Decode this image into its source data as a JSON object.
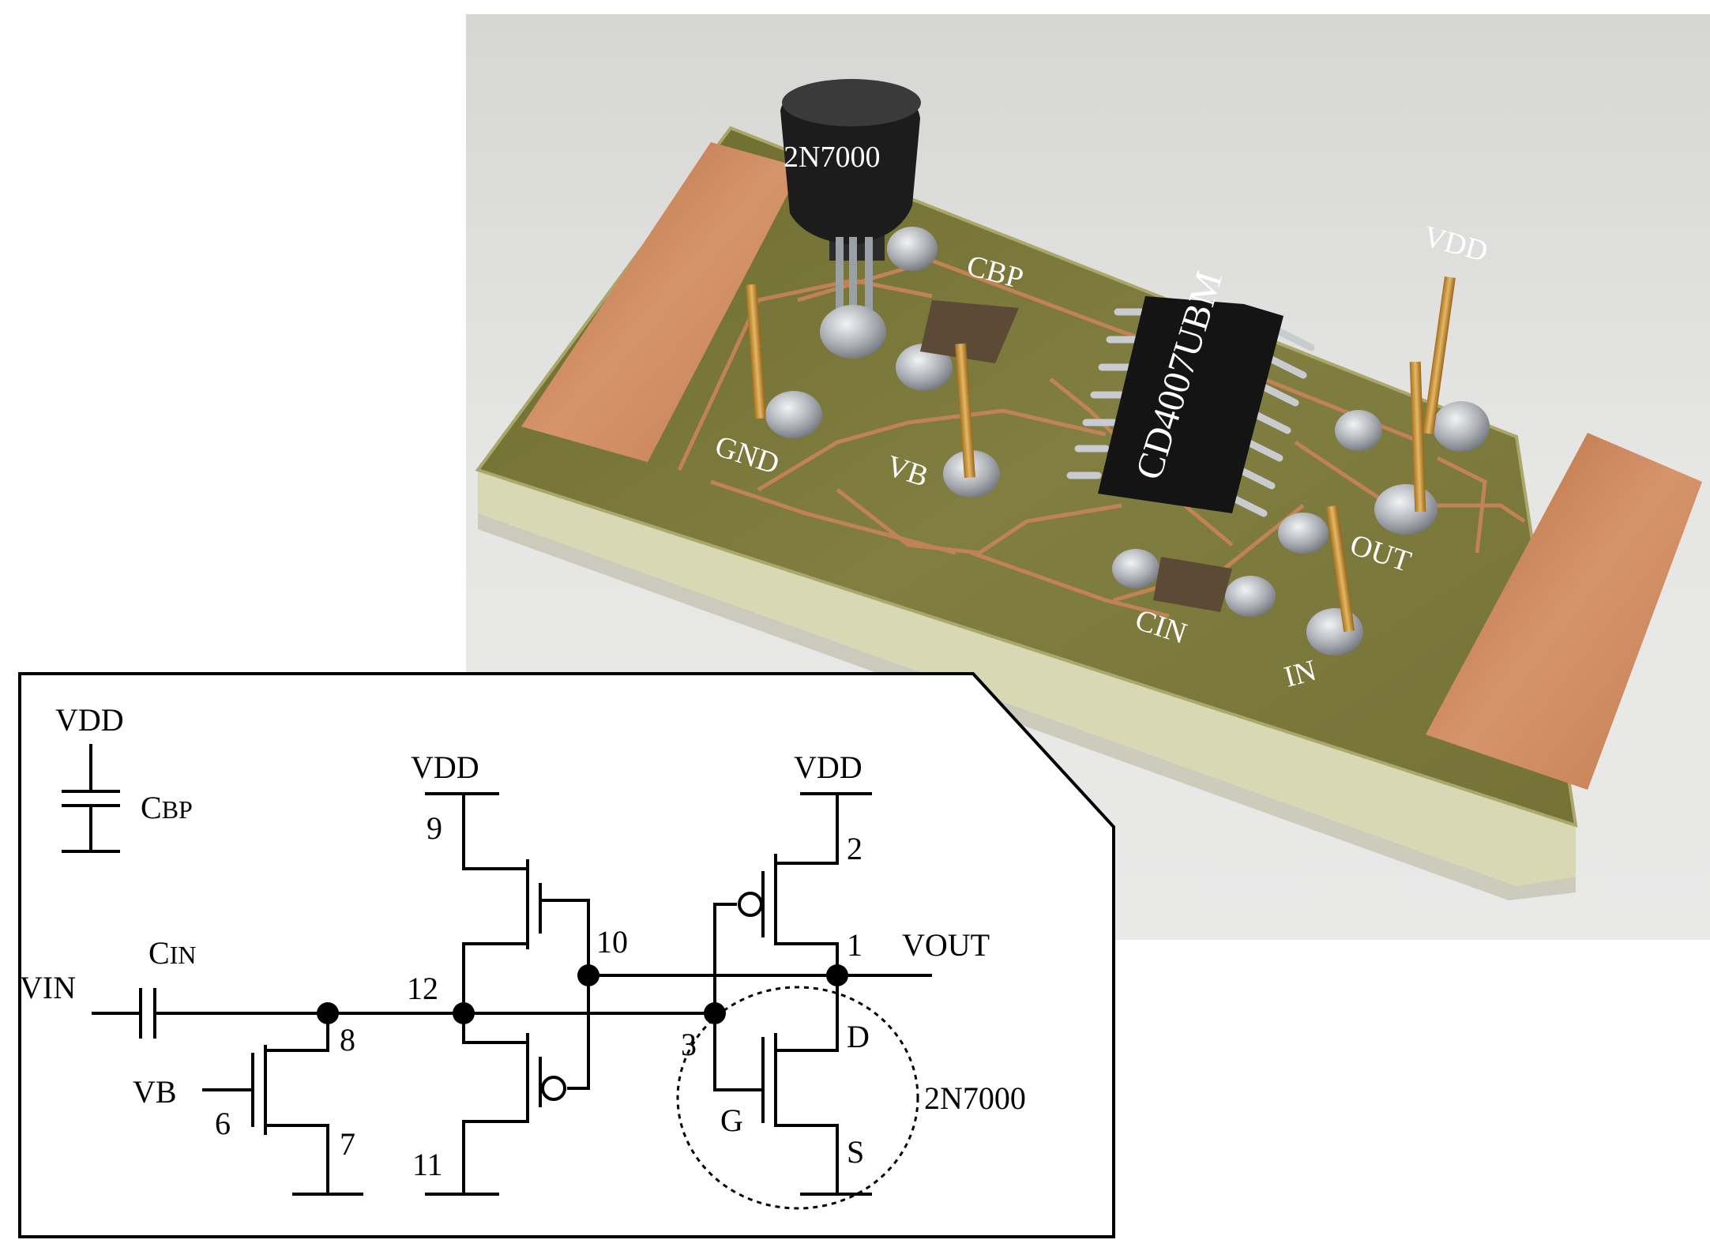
{
  "photo": {
    "labels": {
      "q_2n7000": "2N7000",
      "cbp": "CBP",
      "vdd": "VDD",
      "ic": "CD4007UBM",
      "gnd": "GND",
      "vb": "VB",
      "out": "OUT",
      "cin": "CIN",
      "in": "IN"
    }
  },
  "schematic": {
    "labels": {
      "vdd_cap": "VDD",
      "cbp_c": "C",
      "cbp_sub": "BP",
      "cin_c": "C",
      "cin_sub": "IN",
      "vin": "VIN",
      "vb": "VB",
      "vdd_mid": "VDD",
      "vdd_right": "VDD",
      "vout": "VOUT",
      "q_2n7000": "2N7000",
      "d": "D",
      "g": "G",
      "s": "S"
    },
    "pins": {
      "p1": "1",
      "p2": "2",
      "p3": "3",
      "p6": "6",
      "p7": "7",
      "p8": "8",
      "p9": "9",
      "p10": "10",
      "p11": "11",
      "p12": "12"
    }
  },
  "colors": {
    "copper": "#c98459",
    "board": "#7b7a3d",
    "background": "#e3e3e1",
    "solder": "#b9bcc1",
    "chip": "#141414"
  }
}
